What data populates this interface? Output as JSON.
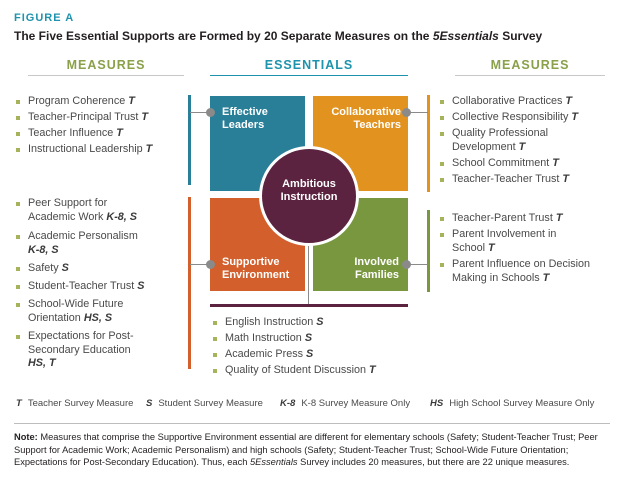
{
  "figure_label": "FIGURE A",
  "title": {
    "before": "The Five Essential Supports are Formed by 20 Separate Measures on the ",
    "italic": "5Essentials",
    "after": " Survey"
  },
  "headers": {
    "left": "MEASURES",
    "middle": "ESSENTIALS",
    "right": "MEASURES"
  },
  "left_top_measures": [
    {
      "text": "Program Coherence",
      "tag": "T"
    },
    {
      "text": "Teacher-Principal Trust",
      "tag": "T"
    },
    {
      "text": "Teacher Influence",
      "tag": "T"
    },
    {
      "text": "Instructional Leadership",
      "tag": "T"
    }
  ],
  "left_bottom_measures": [
    {
      "line1": "Peer Support for",
      "line2": "Academic Work",
      "tag": "K-8, S"
    },
    {
      "line1": "Academic Personalism",
      "line2": "",
      "tag": "K-8, S"
    },
    {
      "line1": "Safety",
      "line2": "",
      "tag": "S"
    },
    {
      "line1": "Student-Teacher Trust",
      "line2": "",
      "tag": "S"
    },
    {
      "line1": "School-Wide Future",
      "line2": "Orientation",
      "tag": "HS, S"
    },
    {
      "line1": "Expectations for Post-",
      "line2": "Secondary Education",
      "tag": "HS, T"
    }
  ],
  "right_top_measures": [
    {
      "line1": "Collaborative Practices",
      "line2": "",
      "tag": "T"
    },
    {
      "line1": "Collective Responsibility",
      "line2": "",
      "tag": "T"
    },
    {
      "line1": "Quality Professional",
      "line2": "Development",
      "tag": "T"
    },
    {
      "line1": "School Commitment",
      "line2": "",
      "tag": "T"
    },
    {
      "line1": "Teacher-Teacher Trust",
      "line2": "",
      "tag": "T"
    }
  ],
  "right_bottom_measures": [
    {
      "line1": "Teacher-Parent Trust",
      "line2": "",
      "tag": "T"
    },
    {
      "line1": "Parent Involvement in",
      "line2": "School",
      "tag": "T"
    },
    {
      "line1": "Parent Influence on Decision",
      "line2": "Making in Schools",
      "tag": "T"
    }
  ],
  "center_bottom_measures": [
    {
      "text": "English Instruction",
      "tag": "S"
    },
    {
      "text": "Math Instruction",
      "tag": "S"
    },
    {
      "text": "Academic Press",
      "tag": "S"
    },
    {
      "text": "Quality of Student Discussion",
      "tag": "T"
    }
  ],
  "essentials": {
    "effective_leaders": {
      "line1": "Effective",
      "line2": "Leaders"
    },
    "collaborative_teachers": {
      "line1": "Collaborative",
      "line2": "Teachers"
    },
    "supportive_environment": {
      "line1": "Supportive",
      "line2": "Environment"
    },
    "involved_families": {
      "line1": "Involved",
      "line2": "Families"
    },
    "ambitious_instruction": {
      "line1": "Ambitious",
      "line2": "Instruction"
    }
  },
  "colors": {
    "teal": "#2a7f98",
    "orange": "#e2921f",
    "red_orange": "#d35f2c",
    "green": "#79973f",
    "plum": "#5b2340",
    "accent_blue": "#1e93ad",
    "accent_green": "#8aa04a"
  },
  "legend": [
    {
      "key": "T",
      "label": "Teacher Survey Measure"
    },
    {
      "key": "S",
      "label": "Student Survey Measure"
    },
    {
      "key": "K-8",
      "label": "K-8 Survey Measure Only"
    },
    {
      "key": "HS",
      "label": "High School Survey Measure Only"
    }
  ],
  "note": {
    "label": "Note:",
    "part1": " Measures that comprise the Supportive Environment essential are different for elementary schools (Safety; Student-Teacher Trust; Peer Support for Academic Work; Academic Personalism) and high schools (Safety; Student-Teacher Trust; School-Wide Future Orientation; Expectations for Post-Secondary Education). Thus, each ",
    "italic": "5Essentials",
    "part2": " Survey includes 20 measures, but there are 22 unique measures."
  }
}
